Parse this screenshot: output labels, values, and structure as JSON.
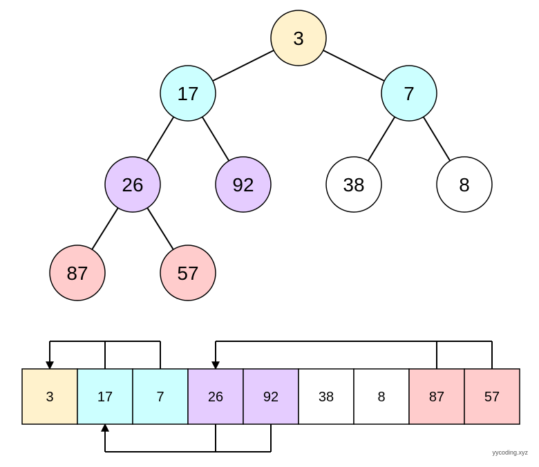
{
  "colors": {
    "root": "#fff2cc",
    "level1": "#ccffff",
    "level2": "#e5ccff",
    "level3": "#ffcccc",
    "plain": "#ffffff",
    "stroke": "#000000"
  },
  "tree": {
    "nodes": [
      {
        "id": "n0",
        "value": "3",
        "color": "root"
      },
      {
        "id": "n1",
        "value": "17",
        "color": "level1"
      },
      {
        "id": "n2",
        "value": "7",
        "color": "level1"
      },
      {
        "id": "n3",
        "value": "26",
        "color": "level2"
      },
      {
        "id": "n4",
        "value": "92",
        "color": "level2"
      },
      {
        "id": "n5",
        "value": "38",
        "color": "plain"
      },
      {
        "id": "n6",
        "value": "8",
        "color": "plain"
      },
      {
        "id": "n7",
        "value": "87",
        "color": "level3"
      },
      {
        "id": "n8",
        "value": "57",
        "color": "level3"
      }
    ],
    "edges": [
      [
        "n0",
        "n1"
      ],
      [
        "n0",
        "n2"
      ],
      [
        "n1",
        "n3"
      ],
      [
        "n1",
        "n4"
      ],
      [
        "n2",
        "n5"
      ],
      [
        "n2",
        "n6"
      ],
      [
        "n3",
        "n7"
      ],
      [
        "n3",
        "n8"
      ]
    ]
  },
  "array": {
    "cells": [
      {
        "value": "3",
        "color": "root"
      },
      {
        "value": "17",
        "color": "level1"
      },
      {
        "value": "7",
        "color": "level1"
      },
      {
        "value": "26",
        "color": "level2"
      },
      {
        "value": "92",
        "color": "level2"
      },
      {
        "value": "38",
        "color": "plain"
      },
      {
        "value": "8",
        "color": "plain"
      },
      {
        "value": "87",
        "color": "level3"
      },
      {
        "value": "57",
        "color": "level3"
      }
    ],
    "links": [
      {
        "name": "children-of-3-arrow",
        "parent": 0,
        "children": [
          1,
          2
        ],
        "side": "top"
      },
      {
        "name": "children-of-26-arrow",
        "parent": 3,
        "children": [
          7,
          8
        ],
        "side": "top"
      },
      {
        "name": "children-of-17-arrow",
        "parent": 1,
        "children": [
          3,
          4
        ],
        "side": "bottom"
      }
    ]
  },
  "watermark": "yycoding.xyz"
}
